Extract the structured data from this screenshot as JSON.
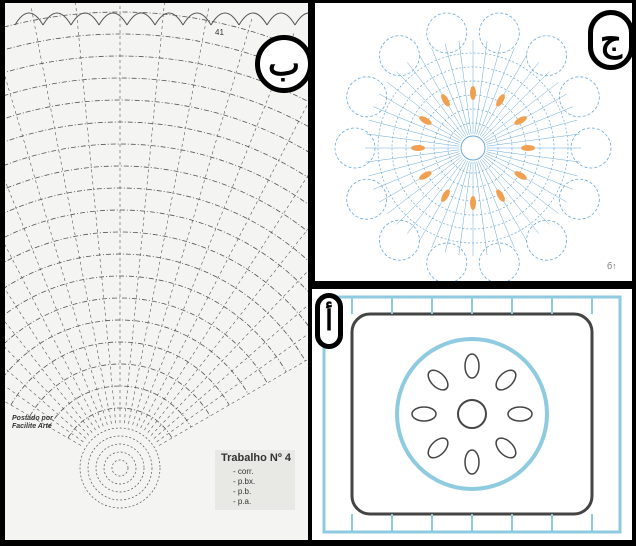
{
  "badges": {
    "b": "ب",
    "j": "ج",
    "a": "أ"
  },
  "panel_b": {
    "round_number": "41",
    "posted_line1": "Postado por",
    "posted_line2": "Facilite Arte",
    "legend": {
      "title": "Trabalho Nº 4",
      "items": [
        "- corr.",
        "- p.bx.",
        "- p.b.",
        "- p.a."
      ]
    }
  },
  "panel_j": {
    "corner_mark": "б↑"
  },
  "colors": {
    "stitch_gray": "#555555",
    "stitch_blue": "#6aa8d8",
    "accent_orange": "#f0a050",
    "mesh_blue": "#8fcbe0",
    "dark_stitch": "#444444"
  }
}
